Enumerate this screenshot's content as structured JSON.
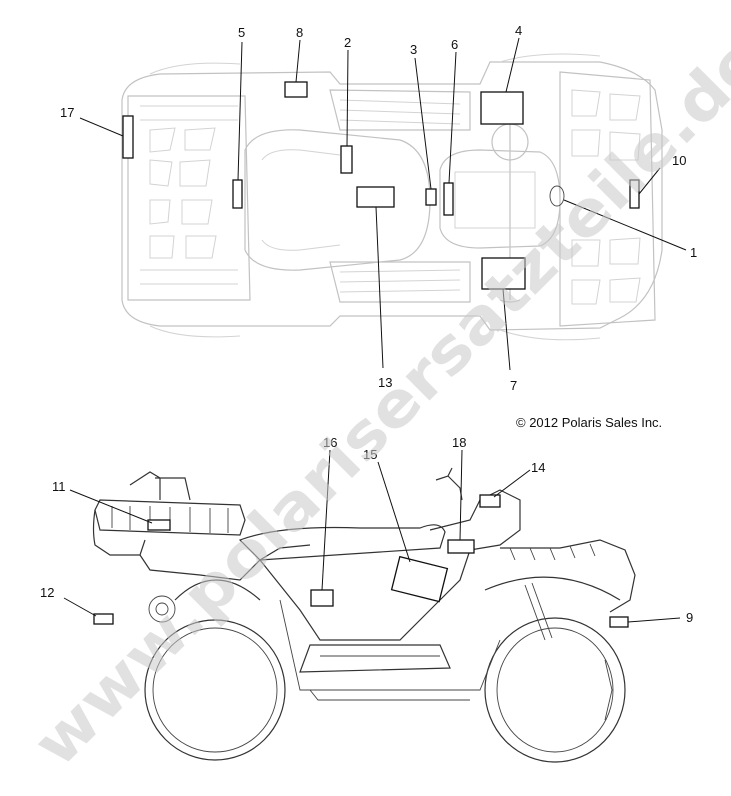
{
  "diagram": {
    "copyright": "© 2012 Polaris Sales Inc.",
    "watermark": "www.polarisersatzteile.de",
    "top_view_callouts": {
      "c1": "1",
      "c2": "2",
      "c3": "3",
      "c4": "4",
      "c5": "5",
      "c6": "6",
      "c7": "7",
      "c8": "8",
      "c10": "10",
      "c13": "13",
      "c17": "17"
    },
    "side_view_callouts": {
      "c9": "9",
      "c11": "11",
      "c12": "12",
      "c14": "14",
      "c15": "15",
      "c16": "16",
      "c18": "18"
    }
  }
}
